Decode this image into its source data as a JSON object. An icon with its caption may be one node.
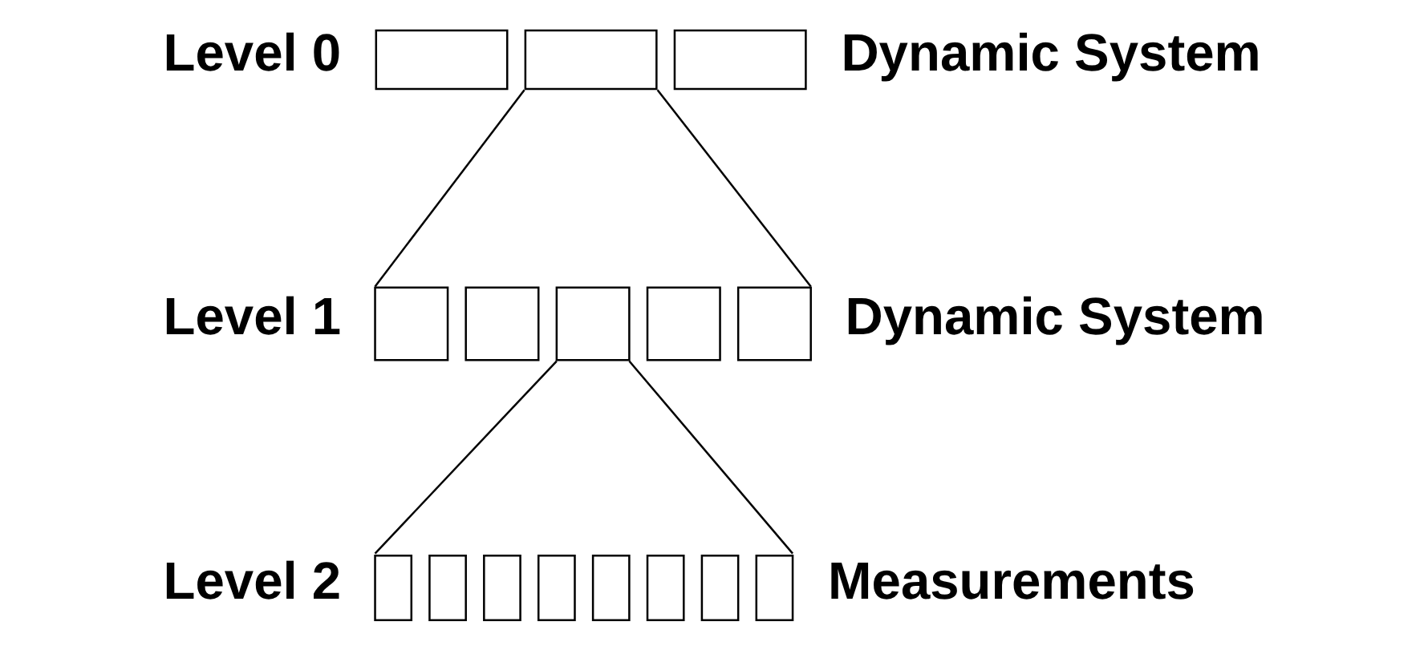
{
  "diagram": {
    "nodes": [
      {
        "text": [],
        "shape": "box"
      },
      {
        "text": [],
        "shape": "box"
      },
      {
        "text": [],
        "shape": "box"
      },
      {
        "text": [],
        "shape": "box"
      },
      {
        "text": [],
        "shape": "box"
      },
      {
        "text": [],
        "shape": "box"
      },
      {
        "text": [],
        "shape": "box"
      },
      {
        "text": [],
        "shape": "box"
      },
      {
        "text": [],
        "shape": "box"
      },
      {
        "text": [],
        "shape": "box"
      },
      {
        "text": [],
        "shape": "box"
      },
      {
        "text": [],
        "shape": "box"
      },
      {
        "text": [],
        "shape": "box"
      },
      {
        "text": [],
        "shape": "box"
      },
      {
        "text": [],
        "shape": "box"
      },
      {
        "text": [],
        "shape": "box"
      }
    ],
    "edges": [
      {
        "from": 1,
        "to": 3,
        "arrow": "none"
      },
      {
        "from": 1,
        "to": 7,
        "arrow": "none"
      },
      {
        "from": 5,
        "to": 8,
        "arrow": "none"
      },
      {
        "from": 5,
        "to": 15,
        "arrow": "none"
      }
    ],
    "labels": [
      "Level 0",
      "Dynamic System",
      "Level 1",
      "Dynamic System",
      "Level 2",
      "Measurements"
    ]
  }
}
